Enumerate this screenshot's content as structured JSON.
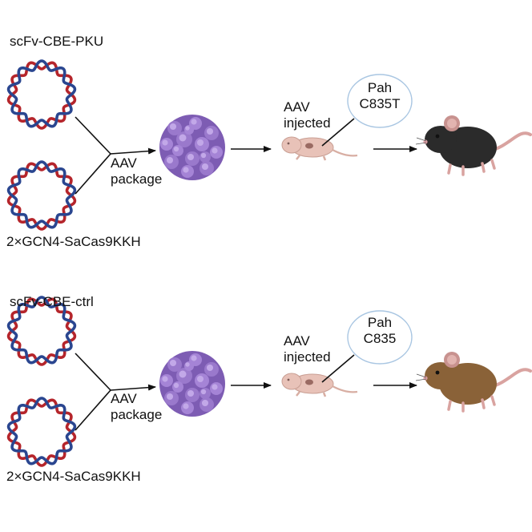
{
  "panels": [
    {
      "id": "pku",
      "plasmid_top": "scFv-CBE-PKU",
      "plasmid_bottom": "2×GCN4-SaCas9KKH",
      "package_line1": "AAV",
      "package_line2": "package",
      "inject_line1": "AAV",
      "inject_line2": "injected",
      "bubble_line1": "Pah",
      "bubble_line2": "C835T",
      "mouse_color": "#2b2b2b"
    },
    {
      "id": "ctrl",
      "plasmid_top": "scFv-CBE-ctrl",
      "plasmid_bottom": "2×GCN4-SaCas9KKH",
      "package_line1": "AAV",
      "package_line2": "package",
      "inject_line1": "AAV",
      "inject_line2": "injected",
      "bubble_line1": "Pah",
      "bubble_line2": "C835",
      "mouse_color": "#8a6238"
    }
  ],
  "colors": {
    "dna_red": "#b5252b",
    "dna_blue": "#2a4690",
    "virus": "#8e6bc2",
    "pup": "#e8c2b8",
    "bubble_border": "#a9c6e2"
  }
}
